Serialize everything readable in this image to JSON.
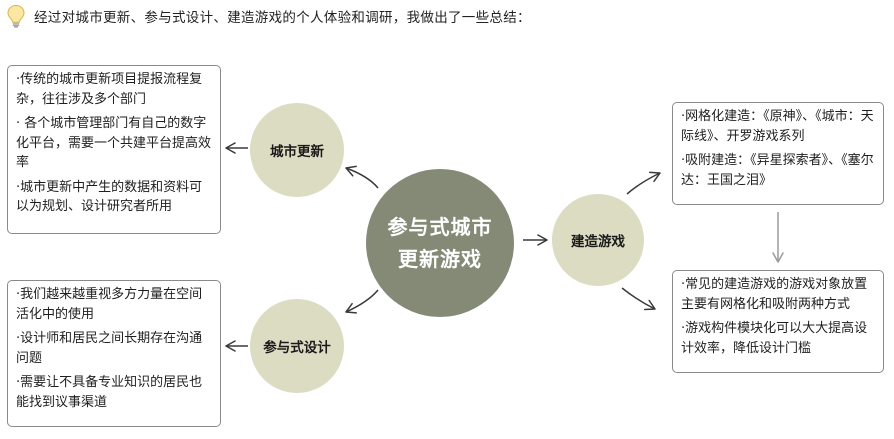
{
  "intro_text": "经过对城市更新、参与式设计、建造游戏的个人体验和调研，我做出了一些总结：",
  "icons": {
    "intro": "lightbulb-icon"
  },
  "colors": {
    "center_circle": "#858a77",
    "branch_circle": "#dcdcc3",
    "arrow": "#3a3a3a",
    "gray_arrow": "#9a9a9a"
  },
  "center": {
    "label": "参与式城市\n更新游戏"
  },
  "nodes": {
    "urban_renewal": {
      "label": "城市更新",
      "notes": [
        "·传统的城市更新项目提报流程复杂，往往涉及多个部门",
        "· 各个城市管理部门有自己的数字化平台，需要一个共建平台提高效率",
        "·城市更新中产生的数据和资料可以为规划、设计研究者所用"
      ]
    },
    "participatory_design": {
      "label": "参与式设计",
      "notes": [
        "·我们越来越重视多方力量在空间活化中的使用",
        "·设计师和居民之间长期存在沟通问题",
        "·需要让不具备专业知识的居民也能找到议事渠道"
      ]
    },
    "building_game": {
      "label": "建造游戏",
      "types_notes": [
        "·网格化建造：《原神》、《城市：天际线》、开罗游戏系列",
        "·吸附建造：《异星探索者》、《塞尔达：王国之泪》"
      ],
      "summary_notes": [
        "·常见的建造游戏的游戏对象放置主要有网格化和吸附两种方式",
        "·游戏构件模块化可以大大提高设计效率，降低设计门槛"
      ]
    }
  }
}
